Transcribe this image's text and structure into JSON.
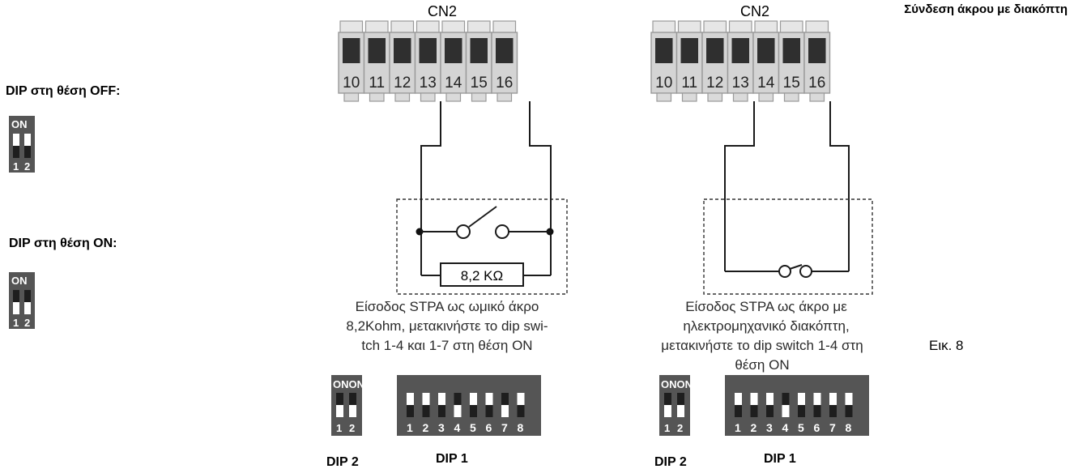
{
  "header_right": "Σύνδεση άκρου με διακόπτη",
  "left_panel": {
    "dip_off_label": "DIP στη θέση OFF:",
    "dip_on_label": "DIP στη θέση ON:",
    "on_text": "ON",
    "switch_numbers": [
      "1",
      "2"
    ]
  },
  "connectors": [
    {
      "title": "CN2",
      "terminals": [
        "10",
        "11",
        "12",
        "13",
        "14",
        "15",
        "16"
      ]
    },
    {
      "title": "CN2",
      "terminals": [
        "10",
        "11",
        "12",
        "13",
        "14",
        "15",
        "16"
      ]
    }
  ],
  "circuit_left": {
    "resistor_label": "8,2 KΩ",
    "caption": [
      "Είσοδος STPA ως ωμικό άκρο",
      "8,2Kohm, μετακινήστε το dip swi-",
      "tch 1-4 και 1-7 στη θέση ON"
    ]
  },
  "circuit_right": {
    "caption": [
      "Είσοδος STPA ως άκρο με",
      "ηλεκτρομηχανικό διακόπτη,",
      "μετακινήστε το dip switch 1-4 στη",
      "θέση ON"
    ]
  },
  "figure_label": "Εικ. 8",
  "dip_blocks": [
    {
      "dip2_label": "DIP 2",
      "dip2_on": "ONON",
      "dip2_numbers": [
        "1",
        "2"
      ],
      "dip2_states": [
        "on",
        "on"
      ],
      "dip1_label": "DIP 1",
      "dip1_numbers": [
        "1",
        "2",
        "3",
        "4",
        "5",
        "6",
        "7",
        "8"
      ],
      "dip1_states": [
        "off",
        "off",
        "off",
        "on",
        "off",
        "off",
        "on",
        "off"
      ]
    },
    {
      "dip2_label": "DIP 2",
      "dip2_on": "ONON",
      "dip2_numbers": [
        "1",
        "2"
      ],
      "dip2_states": [
        "on",
        "on"
      ],
      "dip1_label": "DIP 1",
      "dip1_numbers": [
        "1",
        "2",
        "3",
        "4",
        "5",
        "6",
        "7",
        "8"
      ],
      "dip1_states": [
        "off",
        "off",
        "off",
        "on",
        "off",
        "off",
        "off",
        "off"
      ]
    }
  ]
}
